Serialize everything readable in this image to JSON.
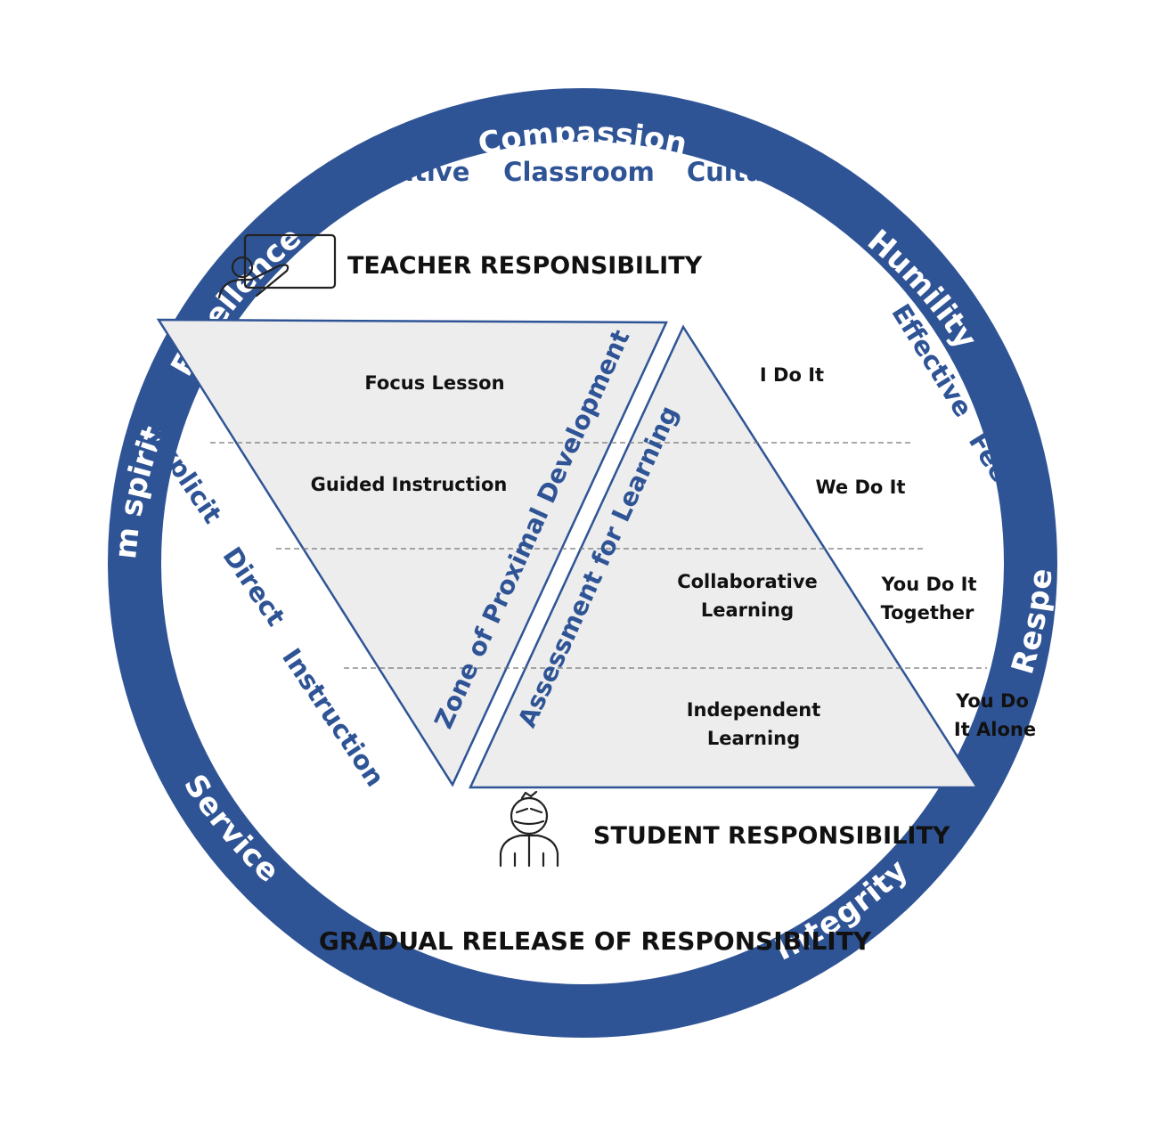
{
  "colors": {
    "ring": "#2f5496",
    "triangle_fill": "#ededed",
    "triangle_stroke": "#2f5496",
    "text_dark": "#111111",
    "text_blue": "#2f5496"
  },
  "ring_values": {
    "compassion": "Compassion",
    "humility": "Humility",
    "respect": "Respect",
    "integrity": "Integrity",
    "service": "Service",
    "team_spirit": "Team spirit",
    "excellence": "Excellence"
  },
  "culture": {
    "word1": "Positive",
    "word2": "Classroom",
    "word3": "Culture"
  },
  "teacher": {
    "label": "TEACHER RESPONSIBILITY",
    "icon": "teacher-at-board-icon"
  },
  "student": {
    "label": "STUDENT RESPONSIBILITY",
    "icon": "student-icon"
  },
  "gradual_release": "GRADUAL RELEASE OF RESPONSIBILITY",
  "teacher_stages": {
    "focus": "Focus Lesson",
    "guided": "Guided Instruction"
  },
  "student_stages": {
    "collab_line1": "Collaborative",
    "collab_line2": "Learning",
    "indep_line1": "Independent",
    "indep_line2": "Learning"
  },
  "steps": {
    "i_do": "I Do It",
    "we_do": "We Do It",
    "you_together_line1": "You Do It",
    "you_together_line2": "Together",
    "you_alone_line1": "You Do",
    "you_alone_line2": "It Alone"
  },
  "diagonals": {
    "zpd": "Zone of Proximal Development",
    "afl": "Assessment for Learning"
  },
  "explicit": {
    "word1": "Explicit",
    "word2": "Direct",
    "word3": "Instruction"
  },
  "feedback": {
    "word1": "Effective",
    "word2": "Feedback"
  }
}
